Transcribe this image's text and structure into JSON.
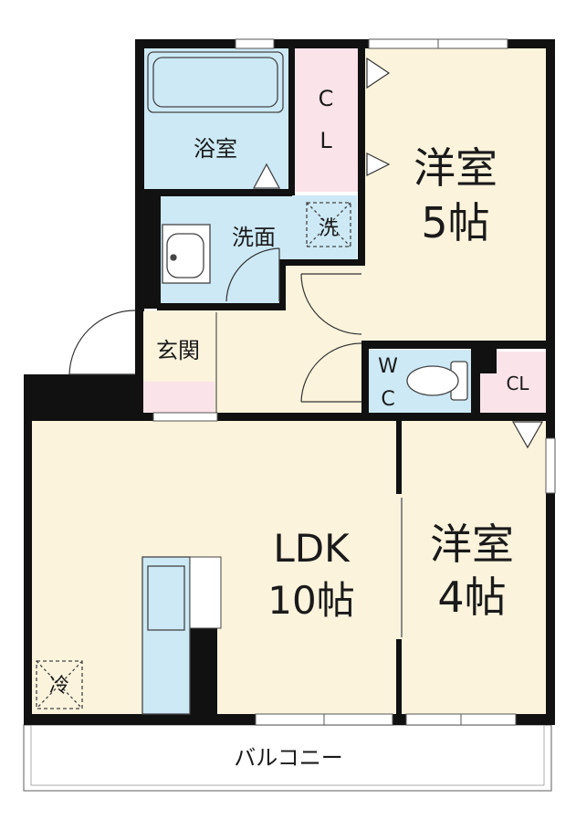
{
  "rooms": {
    "bathroom": "浴室",
    "closet_top": [
      "C",
      "L"
    ],
    "western_room_5": [
      "洋室",
      "5帖"
    ],
    "washroom": "洗面",
    "washer": "洗",
    "entrance": "玄関",
    "toilet": [
      "W",
      "C"
    ],
    "closet_small": "CL",
    "ldk": [
      "LDK",
      "10帖"
    ],
    "western_room_4": [
      "洋室",
      "4帖"
    ],
    "fridge": "冷",
    "balcony": "バルコニー"
  },
  "colors": {
    "wall": "#111111",
    "floor": "#fbf3dc",
    "wet_area": "#cde9f6",
    "closet": "#fbe3ea",
    "balcony": "#ffffff"
  }
}
